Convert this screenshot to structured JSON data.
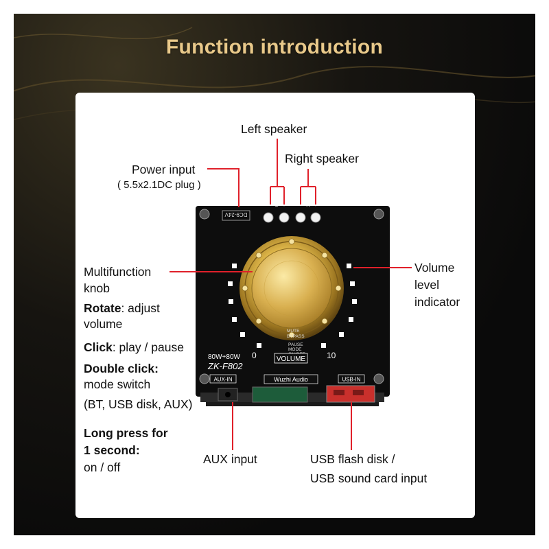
{
  "title": "Function introduction",
  "board": {
    "power_rating": "DC9-24V",
    "model_power": "80W+80W",
    "model_name": "ZK-F802",
    "scale_min": "0",
    "scale_max": "10",
    "volume_label": "VOLUME",
    "aux_label": "AUX-IN",
    "brand_label": "Wuzhi Audio",
    "usb_label": "USB-IN",
    "knob_text_top": [
      "MUTE",
      "BYPASS"
    ],
    "knob_text_bottom": [
      "PAUSE",
      "MODE",
      "ON/OFF"
    ]
  },
  "labels": {
    "left_speaker": "Left speaker",
    "right_speaker": "Right speaker",
    "power_input": "Power input",
    "power_input_sub": "( 5.5x2.1DC plug )",
    "multifunction_1": "Multifunction",
    "multifunction_2": "knob",
    "rotate_bold": "Rotate",
    "rotate_rest": ": adjust",
    "rotate_line2": "volume",
    "click_bold": "Click",
    "click_rest": ": play / pause",
    "double_click_bold": "Double click:",
    "double_click_line2": "mode switch",
    "double_click_line3": "(BT, USB disk, AUX)",
    "long_press_1": "Long press for",
    "long_press_2": "1 second:",
    "long_press_3": "on / off",
    "volume_1": "Volume",
    "volume_2": "level",
    "volume_3": "indicator",
    "aux_input": "AUX input",
    "usb_1": "USB flash disk /",
    "usb_2": "USB sound card input"
  },
  "colors": {
    "leader": "#e0202a",
    "title": "#e9c98a",
    "board": "#0d0d0d",
    "gold": "#d8b24a"
  }
}
